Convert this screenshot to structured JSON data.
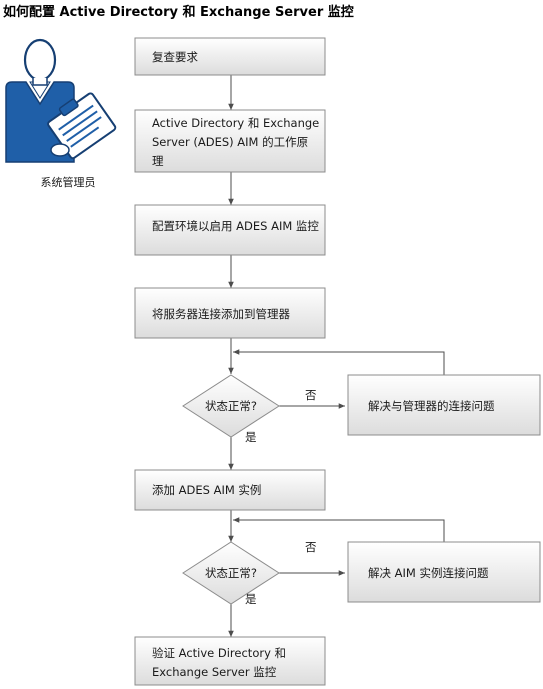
{
  "title": "如何配置 Active Directory 和 Exchange Server 监控",
  "role": {
    "label": "系统管理员",
    "icon": "administrator-clipboard-icon"
  },
  "steps": {
    "review": {
      "lines": [
        "复查要求"
      ]
    },
    "how_it_works": {
      "lines": [
        "Active Directory 和 Exchange",
        "Server (ADES) AIM 的工作原",
        "理"
      ]
    },
    "configure_env": {
      "lines": [
        "配置环境以启用 ADES AIM 监控"
      ]
    },
    "add_connection": {
      "lines": [
        "将服务器连接添加到管理器"
      ]
    },
    "fix_manager": {
      "lines": [
        "解决与管理器的连接问题"
      ]
    },
    "add_instance": {
      "lines": [
        "添加 ADES AIM 实例"
      ]
    },
    "fix_instance": {
      "lines": [
        "解决 AIM 实例连接问题"
      ]
    },
    "verify": {
      "lines": [
        "验证 Active Directory 和",
        "Exchange Server 监控"
      ]
    }
  },
  "decisions": {
    "status1": {
      "label": "状态正常?"
    },
    "status2": {
      "label": "状态正常?"
    }
  },
  "branch_labels": {
    "no1": "否",
    "yes1": "是",
    "no2": "否",
    "yes2": "是"
  },
  "colors": {
    "icon_blue": "#1f5fa8",
    "icon_dark": "#163f73",
    "box_light": "#ffffff",
    "box_shade": "#dcdcdc",
    "box_border": "#8c8c8c",
    "line": "#4d4d4d"
  }
}
